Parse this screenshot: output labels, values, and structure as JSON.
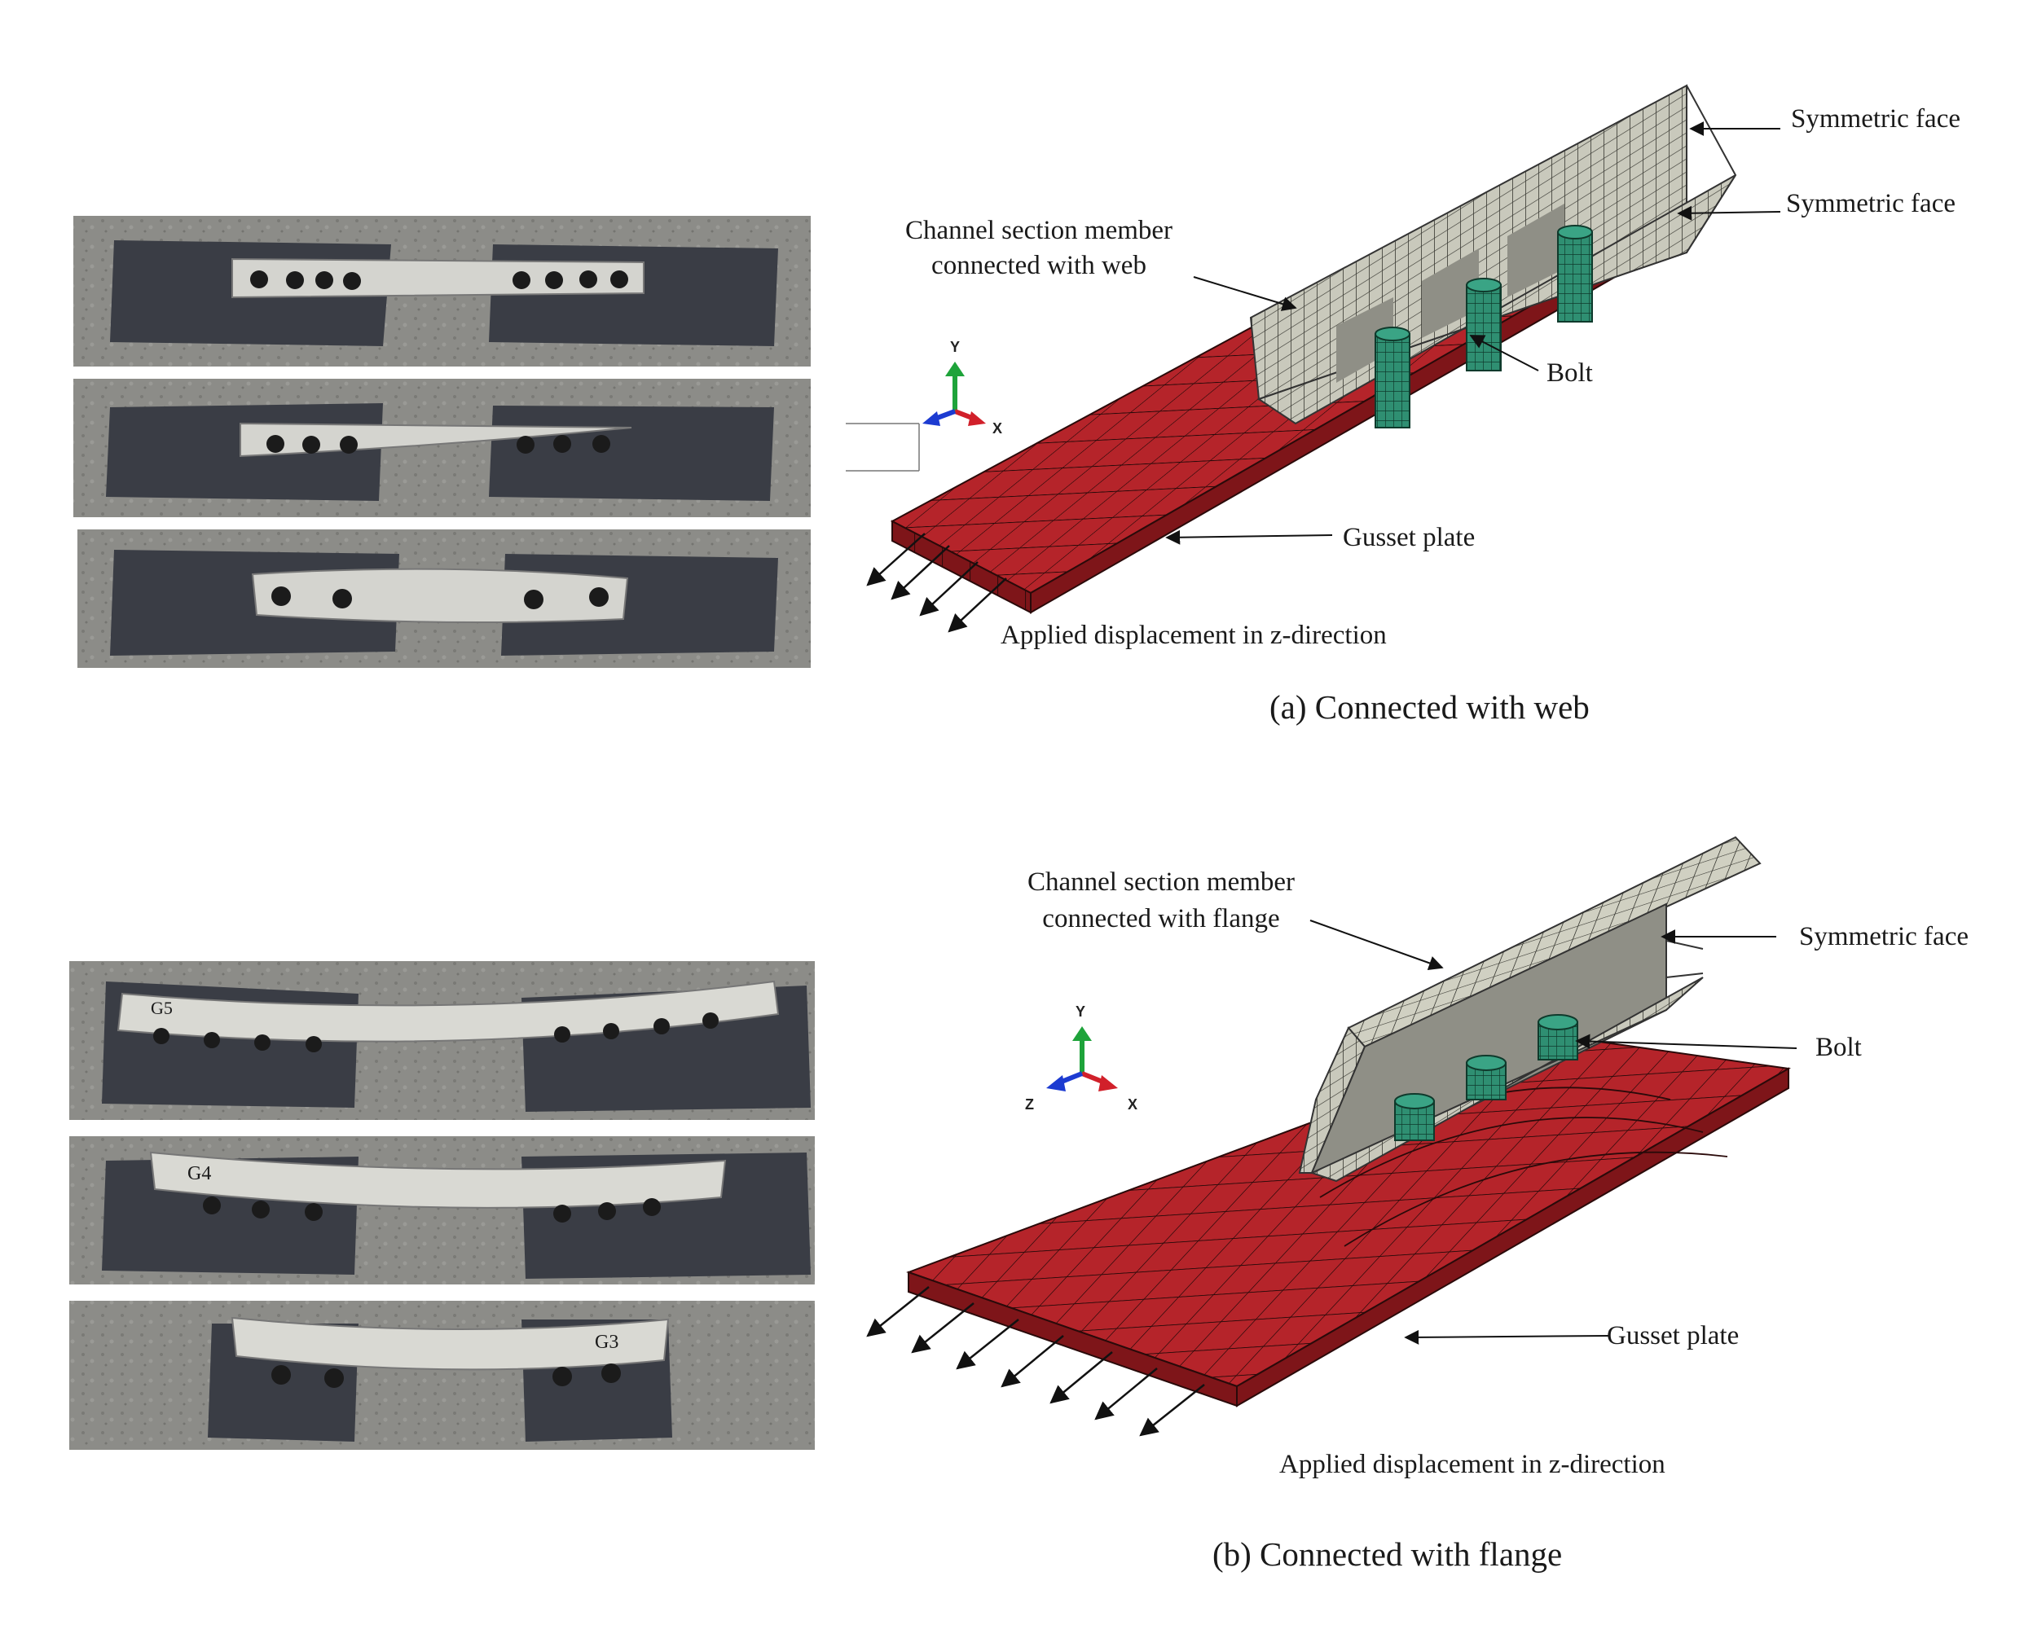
{
  "colors": {
    "gusset": "#b5242a",
    "gusset_side": "#7e1519",
    "mesh_line": "#2a0a0a",
    "channel": "#c9c9bc",
    "channel_dark": "#8f8f86",
    "bolt": "#2f8f72",
    "steel_plate": "#3a3d45",
    "floor": "#8a8a86",
    "member": "#d4d4cf"
  },
  "panel_a": {
    "caption": "(a)   Connected with web",
    "labels": {
      "symmetric_top": "Symmetric  face",
      "symmetric_mid": "Symmetric  face",
      "member_line1": "Channel section member",
      "member_line2": "connected with web",
      "bolt": "Bolt",
      "gusset": "Gusset plate",
      "displacement": "Applied displacement  in z-direction"
    },
    "axes": {
      "y": "Y",
      "x": "X"
    },
    "photos": [
      "specimen-web-1",
      "specimen-web-2",
      "specimen-web-3"
    ]
  },
  "panel_b": {
    "caption": "(b)    Connected with flange",
    "labels": {
      "member_line1": "Channel section member",
      "member_line2": "connected with flange",
      "symmetric": "Symmetric  face",
      "bolt": "Bolt",
      "gusset": "Gusset plate",
      "displacement": "Applied displacement  in z-direction"
    },
    "axes": {
      "y": "Y",
      "z": "Z",
      "x": "X"
    },
    "photo_marks": [
      "G5",
      "G4",
      "G3"
    ]
  }
}
